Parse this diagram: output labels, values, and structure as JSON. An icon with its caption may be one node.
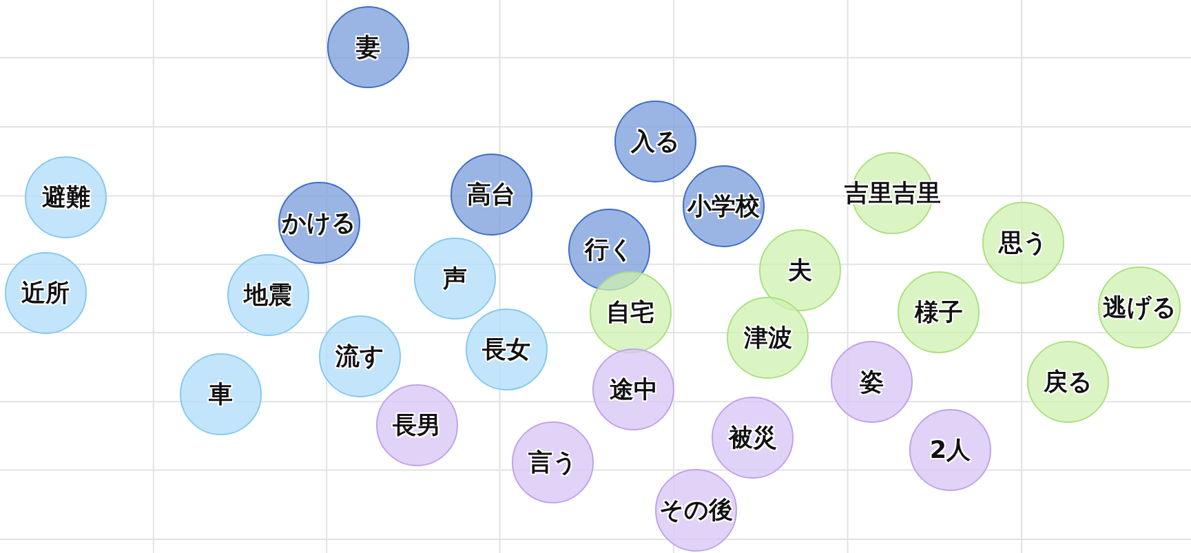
{
  "diagram": {
    "nodes": [
      {
        "text": [
          "妻"
        ]
      },
      {
        "text": [
          "入る"
        ]
      },
      {
        "text": [
          "避難"
        ]
      },
      {
        "text": [
          "高台"
        ]
      },
      {
        "text": [
          "小学校"
        ]
      },
      {
        "text": [
          "吉里吉里"
        ]
      },
      {
        "text": [
          "かける"
        ]
      },
      {
        "text": [
          "思う"
        ]
      },
      {
        "text": [
          "行く"
        ]
      },
      {
        "text": [
          "夫"
        ]
      },
      {
        "text": [
          "声"
        ]
      },
      {
        "text": [
          "近所"
        ]
      },
      {
        "text": [
          "地震"
        ]
      },
      {
        "text": [
          "自宅"
        ]
      },
      {
        "text": [
          "様子"
        ]
      },
      {
        "text": [
          "逃げる"
        ]
      },
      {
        "text": [
          "津波"
        ]
      },
      {
        "text": [
          "流す"
        ]
      },
      {
        "text": [
          "長女"
        ]
      },
      {
        "text": [
          "姿"
        ]
      },
      {
        "text": [
          "戻る"
        ]
      },
      {
        "text": [
          "途中"
        ]
      },
      {
        "text": [
          "車"
        ]
      },
      {
        "text": [
          "長男"
        ]
      },
      {
        "text": [
          "被災"
        ]
      },
      {
        "text": [
          "2人"
        ]
      },
      {
        "text": [
          "言う"
        ]
      },
      {
        "text": [
          "その後"
        ]
      }
    ]
  }
}
